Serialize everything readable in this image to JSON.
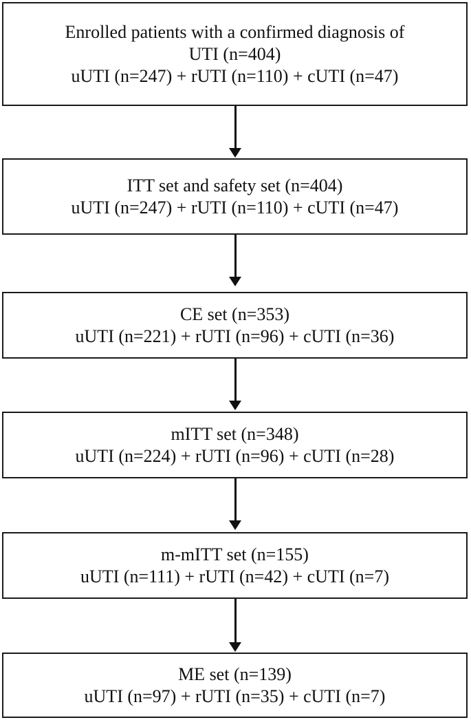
{
  "flowchart": {
    "boxes": [
      {
        "lines": [
          "Enrolled patients with a confirmed diagnosis of",
          "UTI (n=404)",
          "uUTI (n=247) + rUTI (n=110) + cUTI (n=47)"
        ]
      },
      {
        "lines": [
          "ITT set and safety set (n=404)",
          "uUTI (n=247) + rUTI (n=110) + cUTI (n=47)"
        ]
      },
      {
        "lines": [
          "CE set (n=353)",
          "uUTI (n=221) + rUTI (n=96) + cUTI (n=36)"
        ]
      },
      {
        "lines": [
          "mITT set (n=348)",
          "uUTI (n=224) + rUTI (n=96) + cUTI (n=28)"
        ]
      },
      {
        "lines": [
          "m-mITT set (n=155)",
          "uUTI (n=111) + rUTI (n=42) + cUTI (n=7)"
        ]
      },
      {
        "lines": [
          "ME set (n=139)",
          "uUTI (n=97) + rUTI (n=35) + cUTI (n=7)"
        ]
      }
    ]
  }
}
